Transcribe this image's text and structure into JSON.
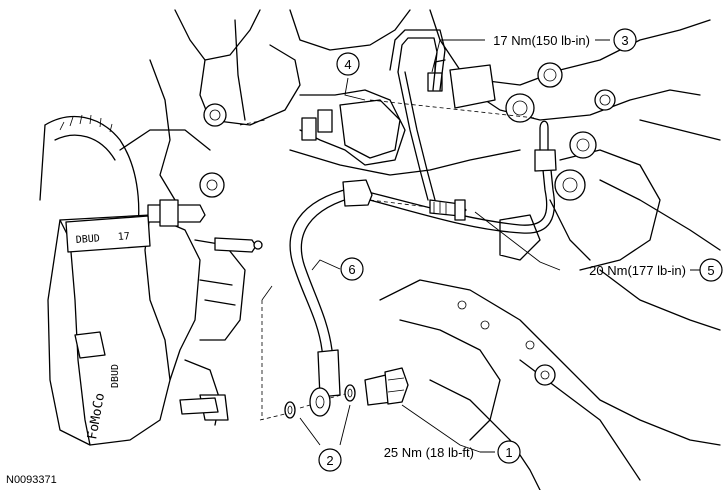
{
  "figure_id": "N0093371",
  "callouts": [
    {
      "number": "1",
      "torque": "25 Nm (18 lb-ft)"
    },
    {
      "number": "2",
      "torque": ""
    },
    {
      "number": "3",
      "torque": "17 Nm(150 lb-in)"
    },
    {
      "number": "4",
      "torque": ""
    },
    {
      "number": "5",
      "torque": "20 Nm(177 lb-in)"
    },
    {
      "number": "6",
      "torque": ""
    }
  ],
  "caliper_markings": {
    "stamp_top": "DBUD",
    "stamp_top_num": "17",
    "stamp_side": "DBUD",
    "brand": "FoMoCo"
  }
}
